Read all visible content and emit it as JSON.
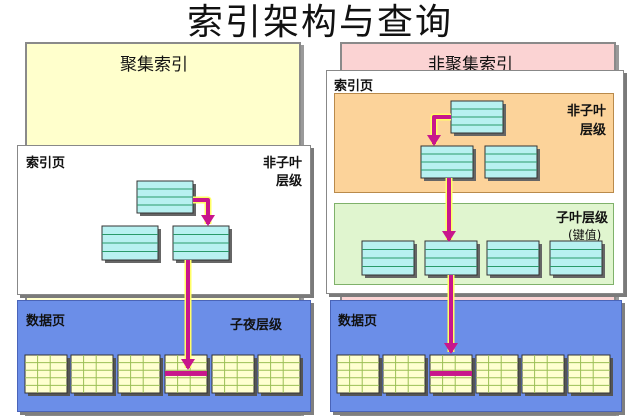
{
  "title": "索引架构与查询",
  "clustered": {
    "heading": "聚集索引",
    "index_page_label": "索引页",
    "nonleaf_label": [
      "非子叶",
      "层级"
    ],
    "data_page_label": "数据页",
    "leaf_label": "子夜层级"
  },
  "nonclustered": {
    "heading": "非聚集索引",
    "index_page_label": "索引页",
    "nonleaf_label": [
      "非子叶",
      "层级"
    ],
    "leaf_label": "子叶层级",
    "key_value_label": "(键值)",
    "data_page_label": "数据页"
  },
  "colors": {
    "left_background": "#ffffcc",
    "right_background": "#fbd3d3",
    "index_page": "#ffffff",
    "nonleaf_level": "#fcd39a",
    "leaf_level": "#e0f5cf",
    "data_page": "#6b8ee8",
    "index_block": "#b8f1f1",
    "data_block": "#ffffd0",
    "arrow": "#c8168c",
    "highlight_row": "#c8168c"
  }
}
